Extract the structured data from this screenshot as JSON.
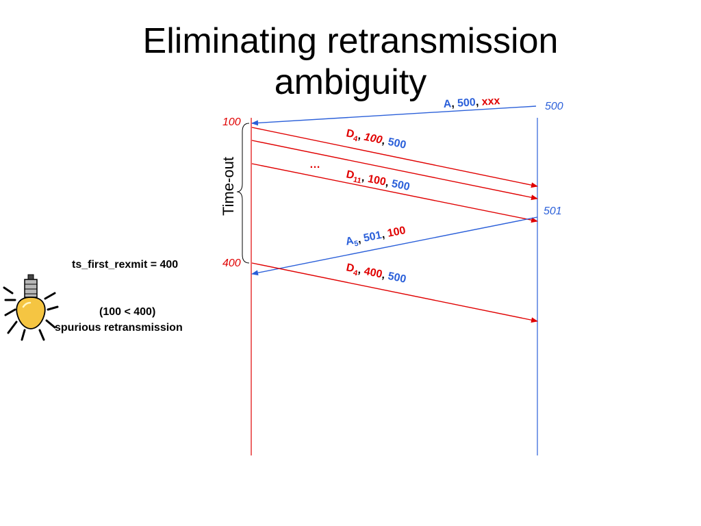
{
  "title": {
    "line1": "Eliminating retransmission",
    "line2": "ambiguity"
  },
  "colors": {
    "sender": "#e00000",
    "receiver": "#2a5fd9"
  },
  "timestamps": {
    "sender_100": "100",
    "sender_400": "400",
    "receiver_500": "500",
    "receiver_501": "501"
  },
  "brace_label": "Time-out",
  "ellipsis": "…",
  "messages": {
    "ack_initial": {
      "a": "A",
      "sep1": ", ",
      "ts": "500",
      "sep2": ", ",
      "echo": "xxx"
    },
    "data_d4": {
      "d": "D",
      "sub": "4",
      "sep1": ", ",
      "ts": "100",
      "sep2": ", ",
      "echo": "500"
    },
    "data_d11": {
      "d": "D",
      "sub": "11",
      "sep1": ", ",
      "ts": "100",
      "sep2": ", ",
      "echo": "500"
    },
    "ack_a5": {
      "a": "A",
      "sub": "5",
      "sep1": ", ",
      "ts": "501",
      "sep2": ", ",
      "echo": "100"
    },
    "data_d4_rexmit": {
      "d": "D",
      "sub": "4",
      "sep1": ", ",
      "ts": "400",
      "sep2": ", ",
      "echo": "500"
    }
  },
  "notes": {
    "ts_first_rexmit": "ts_first_rexmit = 400",
    "comparison": "(100 < 400)",
    "conclusion": "spurious retransmission"
  },
  "icons": {
    "lightbulb": "lightbulb-icon"
  }
}
